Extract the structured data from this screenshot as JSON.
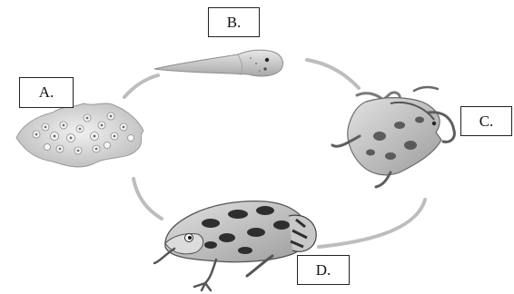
{
  "diagram": {
    "labels": {
      "a": "A.",
      "b": "B.",
      "c": "C.",
      "d": "D."
    },
    "colors": {
      "arrow": "#b8b8b8",
      "outline": "#555555",
      "skin_light": "#d9d9d9",
      "skin_mid": "#a9a9a9",
      "spots": "#3a3a3a"
    }
  }
}
